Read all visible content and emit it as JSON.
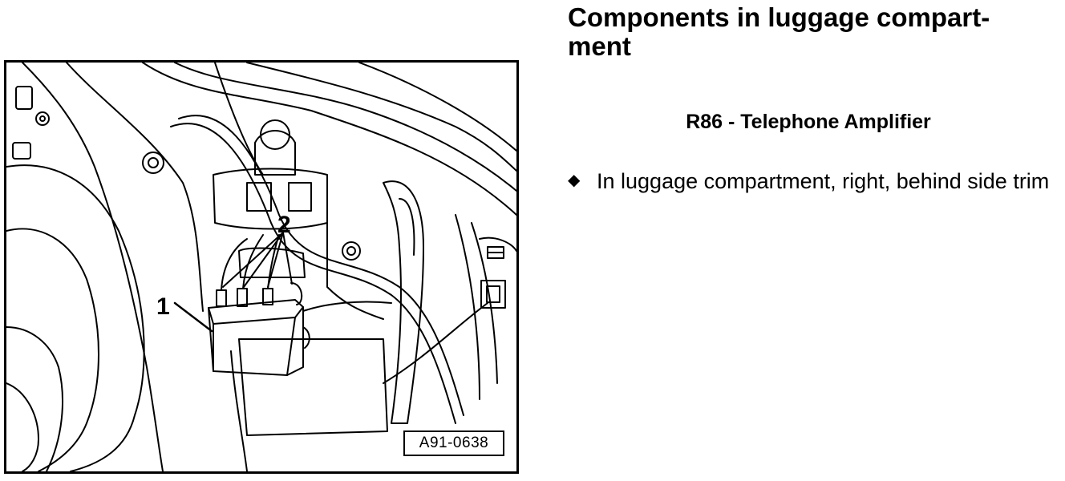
{
  "page": {
    "title": "Components in luggage compart-ment",
    "subtitle": "R86 - Telephone Amplifier",
    "bullets": [
      "In luggage compartment, right, behind side trim"
    ]
  },
  "figure": {
    "id_label": "A91-0638",
    "callouts": {
      "one": "1",
      "two": "2"
    }
  },
  "icons": {
    "bullet": "diamond-bullet-icon"
  },
  "colors": {
    "ink": "#000000",
    "paper": "#ffffff"
  }
}
